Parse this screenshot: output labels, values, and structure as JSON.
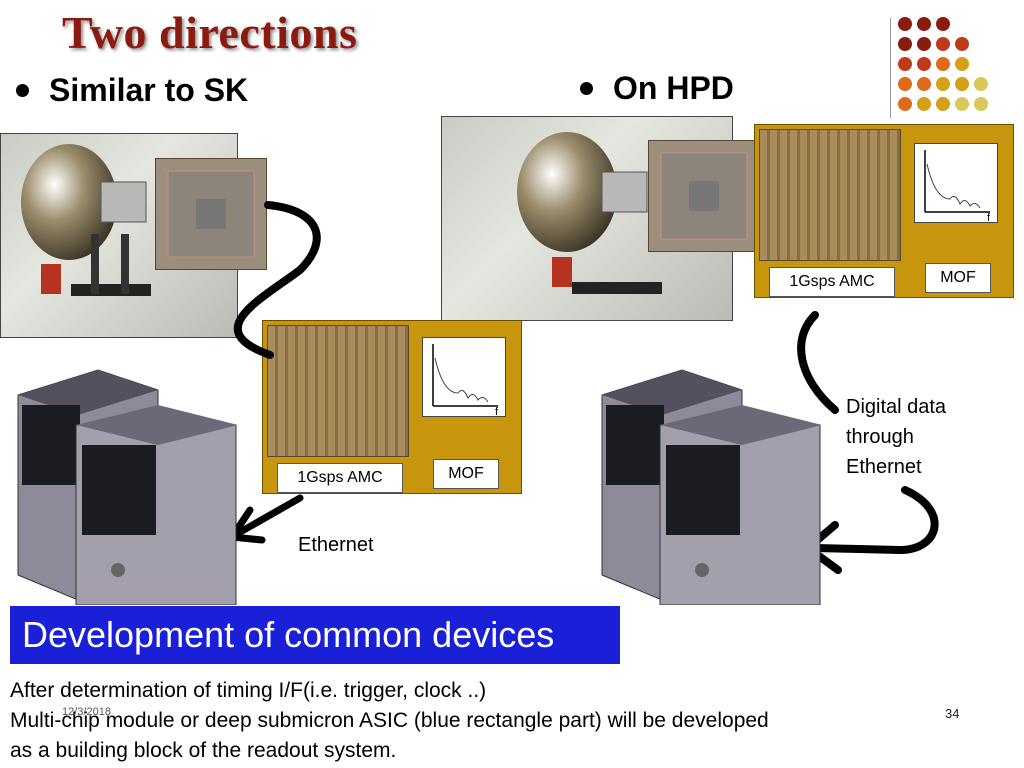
{
  "title": "Two directions",
  "left_heading": "Similar to SK",
  "right_heading": "On HPD",
  "left_board": {
    "amc_label": "1Gsps AMC",
    "mof_label": "MOF",
    "axis_label": "f"
  },
  "right_board": {
    "amc_label": "1Gsps AMC",
    "mof_label": "MOF",
    "axis_label": "f"
  },
  "ethernet_label": "Ethernet",
  "digital_data_label": [
    "Digital data",
    "through",
    "Ethernet"
  ],
  "highlight_box": "Development of common devices",
  "body_lines": [
    "After determination of timing I/F(i.e. trigger, clock ..)",
    "Multi-chip module or deep submicron ASIC (blue rectangle part) will be developed",
    "as a building block of the readout system."
  ],
  "date": "12/3/2018",
  "page_number": "34",
  "accent_colors": {
    "title": "#8b1a10",
    "board": "#c8960c",
    "highlight": "#1a20d8"
  },
  "decor_dot_colors": [
    "#8b1a10",
    "#c0391b",
    "#e06a1b",
    "#d4a017",
    "#d9c75a"
  ]
}
